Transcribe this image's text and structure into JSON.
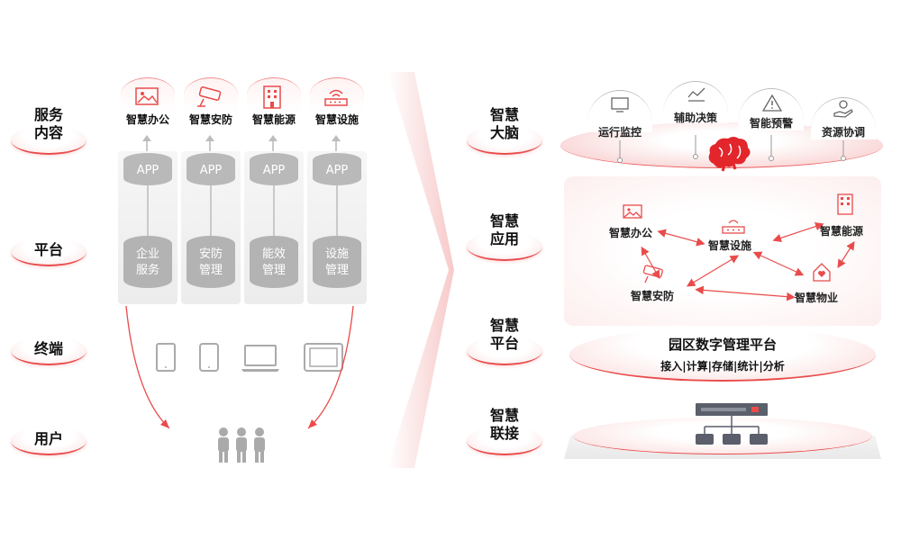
{
  "left": {
    "row_labels": {
      "service_content": [
        "服务",
        "内容"
      ],
      "platform": "平台",
      "terminal": "终端",
      "user": "用户"
    },
    "columns": [
      {
        "title": "智慧办公",
        "app": "APP",
        "platform": [
          "企业",
          "服务"
        ],
        "icon": "image-frame-icon"
      },
      {
        "title": "智慧安防",
        "app": "APP",
        "platform": [
          "安防",
          "管理"
        ],
        "icon": "security-camera-icon"
      },
      {
        "title": "智慧能源",
        "app": "APP",
        "platform": [
          "能效",
          "管理"
        ],
        "icon": "building-icon"
      },
      {
        "title": "智慧设施",
        "app": "APP",
        "platform": [
          "设施",
          "管理"
        ],
        "icon": "router-icon"
      }
    ],
    "terminals": [
      "tablet-icon",
      "phone-icon",
      "laptop-icon",
      "monitor-icon"
    ],
    "users_icon": "users-group-icon"
  },
  "right": {
    "row_labels": {
      "brain": [
        "智慧",
        "大脑"
      ],
      "app": [
        "智慧",
        "应用"
      ],
      "platform": [
        "智慧",
        "平台"
      ],
      "link": [
        "智慧",
        "联接"
      ]
    },
    "brain_domes": [
      "运行监控",
      "辅助决策",
      "智能预警",
      "资源协调"
    ],
    "brain_icon": "brain-icon",
    "app_nodes": {
      "office": "智慧办公",
      "facility": "智慧设施",
      "energy": "智慧能源",
      "security": "智慧安防",
      "property": "智慧物业"
    },
    "platform_title": "园区数字管理平台",
    "platform_sub": "接入|计算|存储|统计|分析",
    "link_icons": [
      "switch-icon",
      "gateway-icon"
    ]
  },
  "colors": {
    "accent": "#e94b4b",
    "brain": "#e2262c",
    "gray": "#b3b3b3",
    "dark_icon": "#5a5f6b"
  }
}
